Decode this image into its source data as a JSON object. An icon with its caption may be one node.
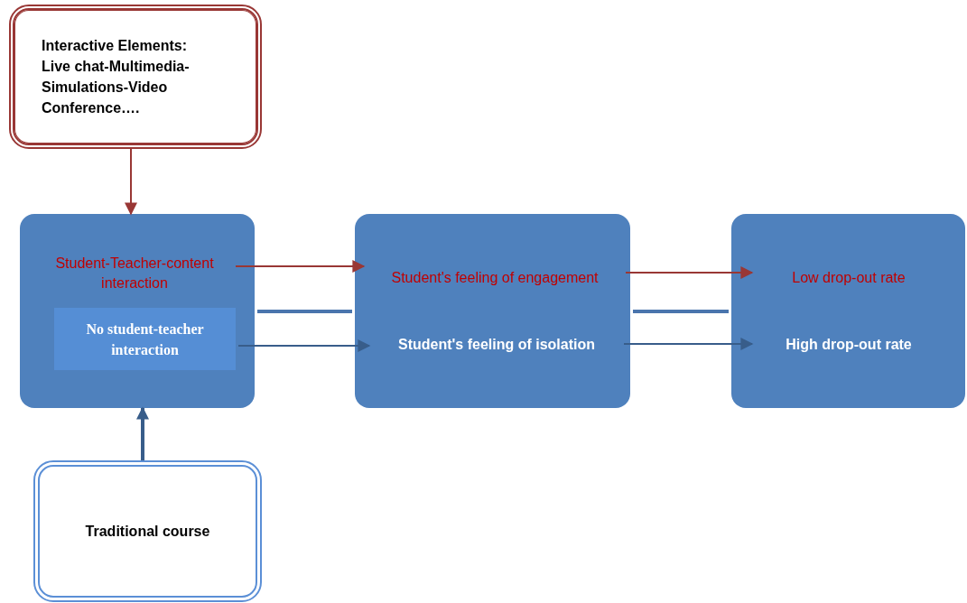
{
  "diagram": {
    "nodes": [
      {
        "text": [
          "Interactive Elements: Live chat-Multimedia-Simulations-Video Conference…."
        ]
      },
      {
        "text": [],
        "shape": "box"
      },
      {
        "text": [
          "Student-Teacher-content interaction"
        ],
        "in": 1
      },
      {
        "text": [
          "No student-teacher interaction"
        ],
        "in": 1
      },
      {
        "text": [],
        "shape": "box"
      },
      {
        "text": [
          "Student's  feeling of  engagement"
        ],
        "in": 4
      },
      {
        "text": [
          "Student's feeling of isolation"
        ],
        "in": 4
      },
      {
        "text": [],
        "shape": "box"
      },
      {
        "text": [
          "Low drop-out rate"
        ],
        "in": 7
      },
      {
        "text": [
          "High drop-out rate"
        ],
        "in": 7
      },
      {
        "text": [
          "Traditional course"
        ]
      }
    ],
    "edges": [
      {
        "from": 0,
        "to": 1,
        "arrow": "to",
        "color": "#993735"
      },
      {
        "from": 10,
        "to": 1,
        "arrow": "to",
        "style": "thick",
        "color": "#385d8a"
      },
      {
        "from": 2,
        "to": 5,
        "arrow": "to",
        "color": "#993735"
      },
      {
        "from": 3,
        "to": 6,
        "arrow": "to",
        "color": "#385d8a"
      },
      {
        "from": 5,
        "to": 8,
        "arrow": "to",
        "color": "#993735"
      },
      {
        "from": 6,
        "to": 9,
        "arrow": "to",
        "color": "#385d8a"
      },
      {
        "from": 1,
        "to": 4,
        "arrow": "none",
        "style": "thick",
        "color": "#4a75ad"
      },
      {
        "from": 4,
        "to": 7,
        "arrow": "none",
        "style": "thick",
        "color": "#4a75ad"
      }
    ]
  }
}
